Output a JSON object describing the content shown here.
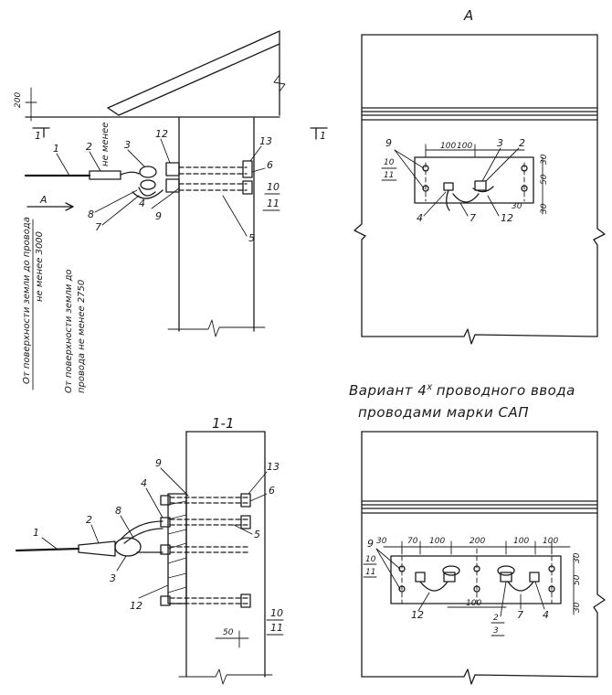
{
  "view_a": {
    "label": "А",
    "dims": {
      "d100_left": "100",
      "d100_right": "100",
      "d30_top": "30",
      "d50": "50",
      "d30_bottom": "30",
      "d30_small": "30"
    },
    "callouts": {
      "c9": "9",
      "c10": "10",
      "c11": "11",
      "c3": "3",
      "c2": "2",
      "c4": "4",
      "c7": "7",
      "c12": "12"
    }
  },
  "elevation": {
    "section_mark_left": "1",
    "section_mark_right": "1",
    "arrow_label": "А",
    "dim_200": "200",
    "vertical_text_1a": "От поверхности земли до провода",
    "vertical_text_1b": "не менее 3000",
    "vertical_text_2a": "От поверхности земли до",
    "vertical_text_2b": "провода не менее 2750",
    "ne_menee": "не менее",
    "callouts": {
      "c1": "1",
      "c2": "2",
      "c3": "3",
      "c12": "12",
      "c13": "13",
      "c6": "6",
      "c10": "10",
      "c11": "11",
      "c8": "8",
      "c4": "4",
      "c7": "7",
      "c9": "9",
      "c5": "5"
    }
  },
  "section": {
    "title": "1-1",
    "dim_50": "50",
    "callouts": {
      "c9": "9",
      "c13": "13",
      "c4": "4",
      "c6": "6",
      "c8": "8",
      "c2": "2",
      "c1": "1",
      "c5": "5",
      "c3": "3",
      "c12": "12",
      "c10": "10",
      "c11": "11"
    }
  },
  "variant": {
    "title_line1": "Вариант 4",
    "title_sup": "х",
    "title_line1_end": "проводного ввода",
    "title_line2": "проводами марки САП",
    "dims": {
      "d30a": "30",
      "d70": "70",
      "d100a": "100",
      "d200": "200",
      "d100b": "100",
      "d100c": "100",
      "d100_bottom": "100",
      "d30_top": "30",
      "d50": "50",
      "d30_bottom": "30"
    },
    "callouts": {
      "c9": "9",
      "c10": "10",
      "c11": "11",
      "c12": "12",
      "c2": "2",
      "c3": "3",
      "c7": "7",
      "c4": "4"
    }
  }
}
